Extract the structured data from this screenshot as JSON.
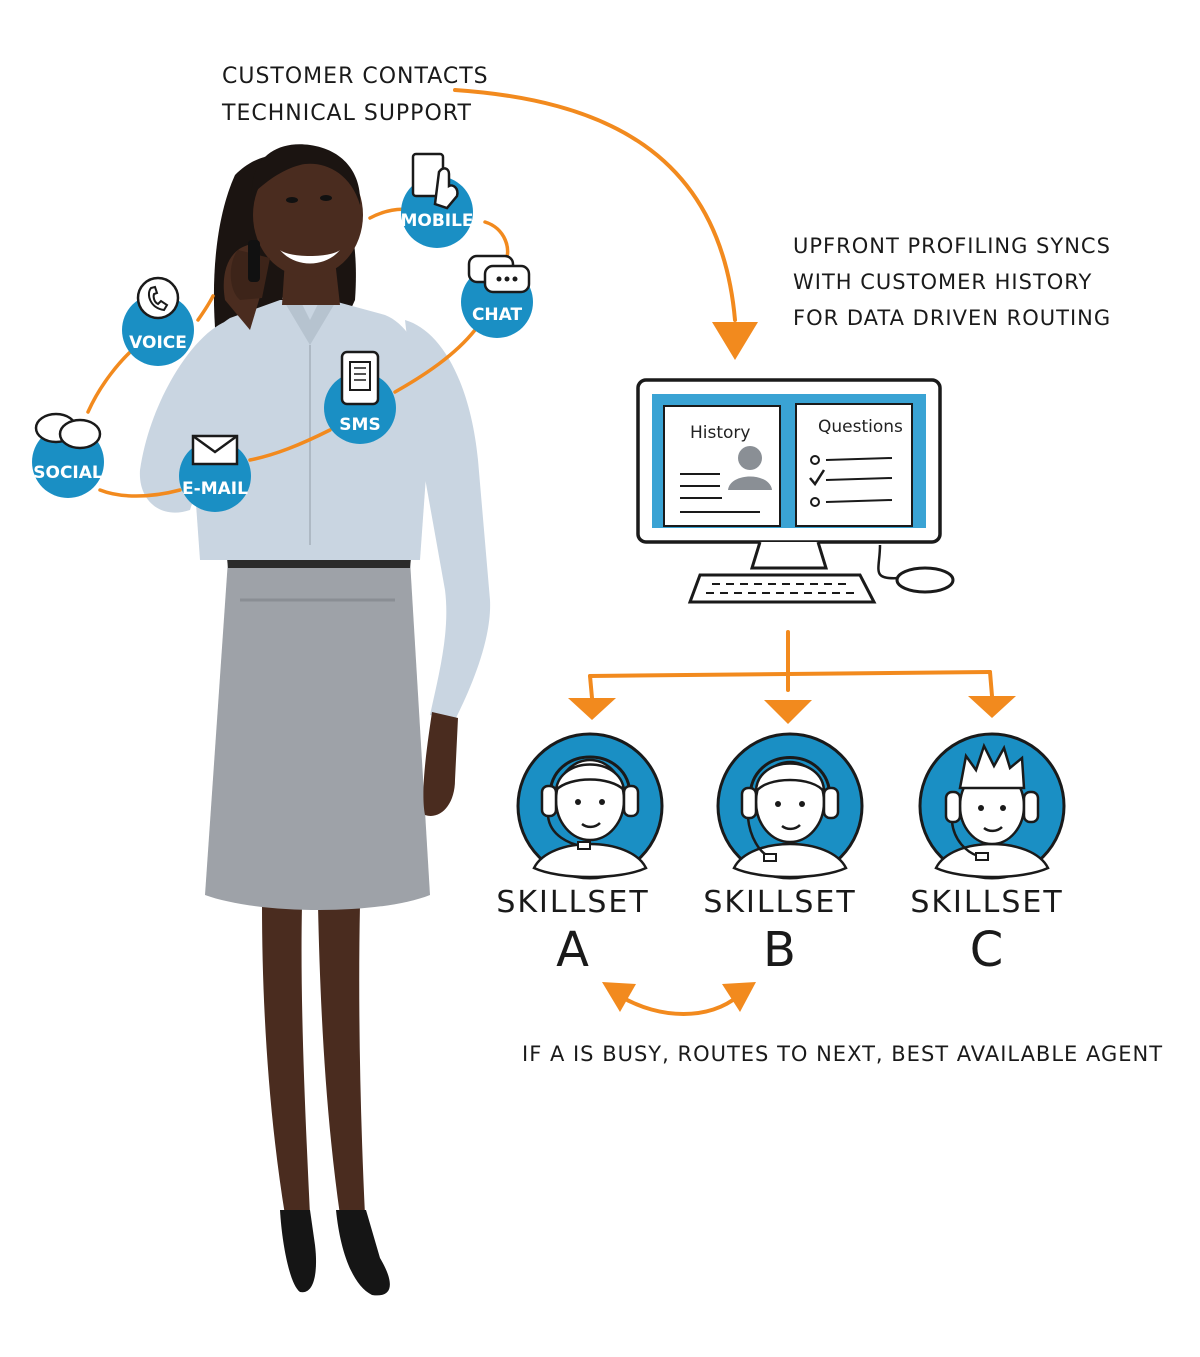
{
  "captions": {
    "contact": [
      "Customer contacts",
      "technical support"
    ],
    "profiling": [
      "Upfront Profiling Syncs",
      "with customer history",
      "for data driven routing"
    ],
    "busy": "If A is busy, routes to next, best available agent"
  },
  "channels": [
    {
      "id": "mobile",
      "label": "Mobile",
      "icon": "tablet-touch-icon"
    },
    {
      "id": "chat",
      "label": "Chat",
      "icon": "chat-bubbles-icon"
    },
    {
      "id": "voice",
      "label": "Voice",
      "icon": "phone-icon"
    },
    {
      "id": "sms",
      "label": "SMS",
      "icon": "smartphone-icon"
    },
    {
      "id": "social",
      "label": "Social",
      "icon": "speech-bubbles-icon"
    },
    {
      "id": "email",
      "label": "E-mail",
      "icon": "envelope-icon"
    }
  ],
  "screen": {
    "left_title": "History",
    "right_title": "Questions"
  },
  "agents": [
    {
      "id": "a",
      "skill": "Skillset",
      "letter": "A",
      "icon": "agent-headset-female-icon"
    },
    {
      "id": "b",
      "skill": "Skillset",
      "letter": "B",
      "icon": "agent-headset-male-icon"
    },
    {
      "id": "c",
      "skill": "Skillset",
      "letter": "C",
      "icon": "agent-headset-spiky-icon"
    }
  ],
  "colors": {
    "accent_orange": "#f28a1e",
    "channel_blue": "#1a8fc4",
    "screen_blue": "#3aa3d4",
    "ink": "#1a1a1a",
    "shirt": "#c9d5e1",
    "skirt": "#9ea2a8",
    "skin": "#4a2c1f"
  }
}
